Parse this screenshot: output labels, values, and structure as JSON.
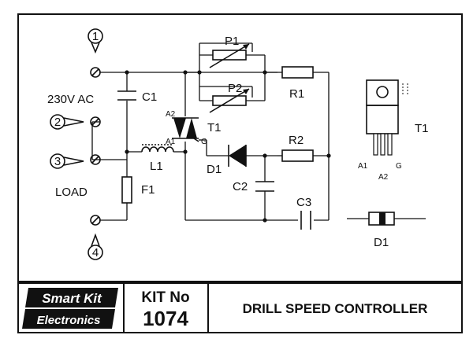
{
  "labels": {
    "supply": "230V AC",
    "load": "LOAD",
    "p1": "P1",
    "p2": "P2",
    "r1": "R1",
    "r2": "R2",
    "c1": "C1",
    "c2": "C2",
    "c3": "C3",
    "t1": "T1",
    "l1": "L1",
    "f1": "F1",
    "d1": "D1",
    "a2": "A2",
    "a1": "A1",
    "g": "G"
  },
  "terminals": [
    "1",
    "2",
    "3",
    "4"
  ],
  "package_t1": {
    "label": "T1",
    "pins": [
      "A1",
      "A2",
      "G"
    ]
  },
  "package_d1": {
    "label": "D1"
  },
  "footer": {
    "logo_line1": "Smart Kit",
    "logo_line2": "Electronics",
    "kit_label": "KIT No",
    "kit_number": "1074",
    "title": "DRILL SPEED CONTROLLER"
  }
}
